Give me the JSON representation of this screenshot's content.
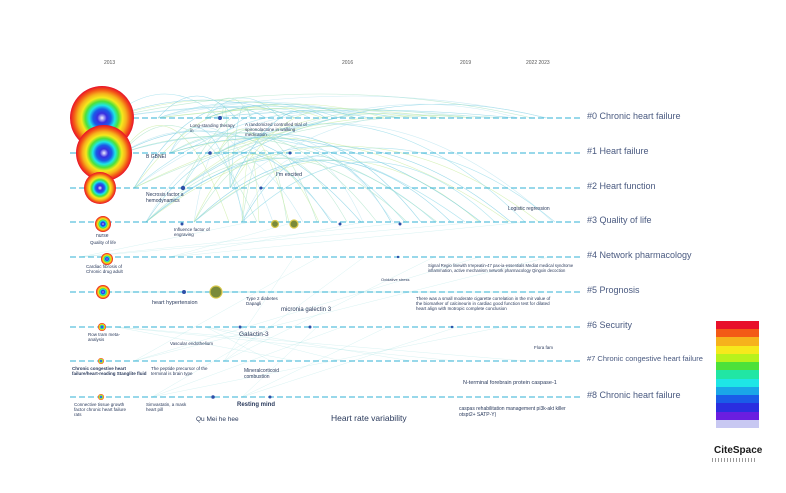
{
  "years": [
    "2013",
    "2016",
    "2019",
    "2022 2023"
  ],
  "clusters": [
    {
      "id": "#0",
      "label": "#0 Chronic heart failure"
    },
    {
      "id": "#1",
      "label": "#1 Heart failure"
    },
    {
      "id": "#2",
      "label": "#2 Heart function"
    },
    {
      "id": "#3",
      "label": "#3 Quality of life"
    },
    {
      "id": "#4",
      "label": "#4 Network pharmacology"
    },
    {
      "id": "#5",
      "label": "#5 Prognosis"
    },
    {
      "id": "#6",
      "label": "#6 Security"
    },
    {
      "id": "#7",
      "label": "#7 Chronic congestive heart failure"
    },
    {
      "id": "#8",
      "label": "#8 Chronic heart failure"
    }
  ],
  "node_terms": {
    "t1": "Long-standing therapy in",
    "t2": "A randomized controlled trial of spironolactone in walking medication",
    "t3": "B GBNEI",
    "t4": "I'm excited",
    "t5": "Necrosis factor a hemodynamics",
    "t6": "Logistic regression",
    "t7": "nurse",
    "t8": "Quality of life",
    "t9": "Influence factor of engraving",
    "t10": "Cardiac fibrosis of Chronic drug adult",
    "t11": "Signal Regio linewith Irrepeatin-47 pax-ia-essentials Mediat medical syndrome inflammation, active mechanism network pharmacology Qingxin decoction",
    "t12": "Oxidative stress",
    "t13": "heart hypertension",
    "t14": "Type 2 diabetes Dapagli",
    "t15": "micronia galectin 3",
    "t16": "There was a small moderate cigarette correlation in the mir value of the biomarker of calcineurin in cardiac good function test for dilated heart align with Inotropic complete conclusion",
    "t17": "Row tram meta-analysis",
    "t18": "Galactin-3",
    "t19": "Vascular endothelium",
    "t20": "Chronic congestive heart failure/heart-reading Stanglite fluid",
    "t21": "The peptide precursor of the terminal is brain type",
    "t22": "Mineralcorticoid combustion",
    "t23": "N-terminal forebrain protein caspase-1",
    "t24": "Connective tissue growth factor chronic heart failure rats",
    "t25": "Simvastatin, a mask heart pill",
    "t26": "Qu Mei he hee",
    "t27": "Resting mind",
    "t28": "Heart rate variability",
    "t29": "caspas rehabilitation management pi3k-akt killer otspt2+ SATP-Y)",
    "t30": "Flora fam"
  },
  "legend_colors": [
    "#e8102a",
    "#f35a16",
    "#f6b21c",
    "#f6e91c",
    "#b7f21c",
    "#4ce13a",
    "#21e6a4",
    "#1ee6e6",
    "#1aa6e8",
    "#1a5ce8",
    "#2a2ee0",
    "#6a1ee0",
    "#c8c8f2"
  ],
  "brand": "CiteSpace",
  "colors": {
    "lines": "#7ad3e3",
    "timeline": "#3fb6d6",
    "label": "#4a5a80"
  }
}
